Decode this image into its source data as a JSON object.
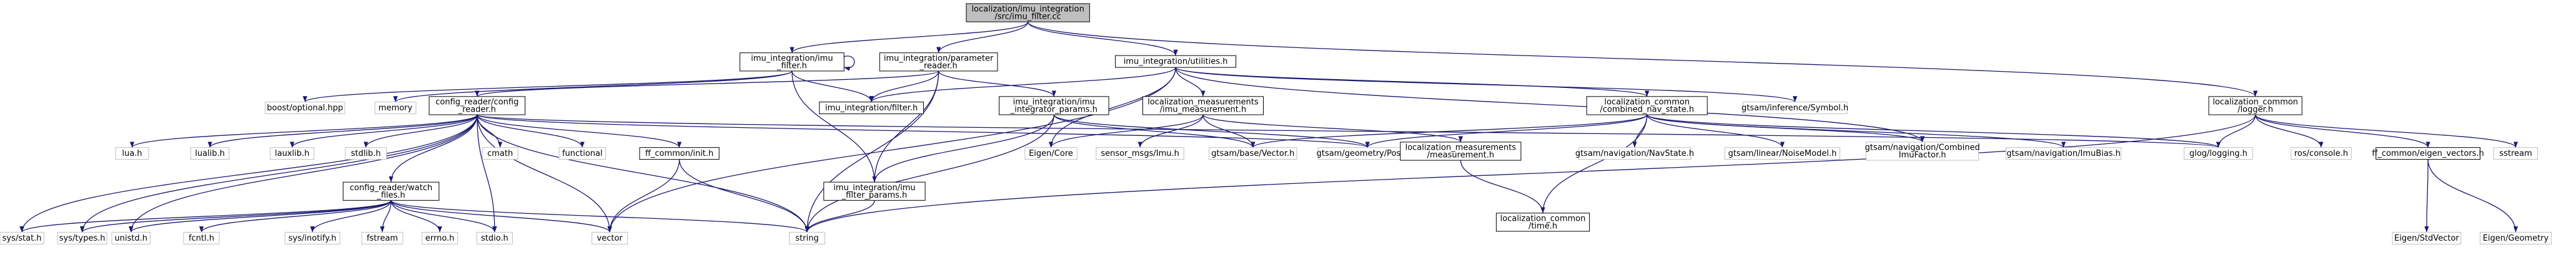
{
  "colors": {
    "edge": "#191970",
    "root_fill": "#bfbfbf",
    "doc_border": "#000000",
    "ext_border": "#bfbfbf"
  },
  "nodes": {
    "root": [
      "localization/imu_integration",
      "/src/imu_filter.cc"
    ],
    "imu_filter_h": [
      "imu_integration/imu",
      "_filter.h"
    ],
    "parameter_reader_h": [
      "imu_integration/parameter",
      "_reader.h"
    ],
    "utilities_h": [
      "imu_integration/utilities.h"
    ],
    "logger_h": [
      "localization_common",
      "/logger.h"
    ],
    "boost_optional": [
      "boost/optional.hpp"
    ],
    "memory": [
      "memory"
    ],
    "config_reader_h": [
      "config_reader/config",
      "_reader.h"
    ],
    "filter_h": [
      "imu_integration/filter.h"
    ],
    "integrator_params_h": [
      "imu_integration/imu",
      "_integrator_params.h"
    ],
    "imu_measurement_h": [
      "localization_measurements",
      "/imu_measurement.h"
    ],
    "combined_nav_state_h": [
      "localization_common",
      "/combined_nav_state.h"
    ],
    "gtsam_symbol": [
      "gtsam/inference/Symbol.h"
    ],
    "lua_h": [
      "lua.h"
    ],
    "lualib_h": [
      "lualib.h"
    ],
    "lauxlib_h": [
      "lauxlib.h"
    ],
    "stdlib_h": [
      "stdlib.h"
    ],
    "cmath": [
      "cmath"
    ],
    "functional": [
      "functional"
    ],
    "ff_common_init_h": [
      "ff_common/init.h"
    ],
    "eigen_core": [
      "Eigen/Core"
    ],
    "sensor_msgs_imu": [
      "sensor_msgs/Imu.h"
    ],
    "gtsam_vector": [
      "gtsam/base/Vector.h"
    ],
    "gtsam_pose3": [
      "gtsam/geometry/Pose3.h"
    ],
    "measurement_h": [
      "localization_measurements",
      "/measurement.h"
    ],
    "gtsam_navstate": [
      "gtsam/navigation/NavState.h"
    ],
    "gtsam_noisemodel": [
      "gtsam/linear/NoiseModel.h"
    ],
    "gtsam_combined_imu": [
      "gtsam/navigation/Combined",
      "ImuFactor.h"
    ],
    "gtsam_imubias": [
      "gtsam/navigation/ImuBias.h"
    ],
    "glog_logging": [
      "glog/logging.h"
    ],
    "ros_console": [
      "ros/console.h"
    ],
    "eigen_vectors_h": [
      "ff_common/eigen_vectors.h"
    ],
    "sstream": [
      "sstream"
    ],
    "watch_files_h": [
      "config_reader/watch",
      "_files.h"
    ],
    "filter_params_h": [
      "imu_integration/imu",
      "_filter_params.h"
    ],
    "sys_stat": [
      "sys/stat.h"
    ],
    "sys_types": [
      "sys/types.h"
    ],
    "unistd": [
      "unistd.h"
    ],
    "fcntl": [
      "fcntl.h"
    ],
    "sys_inotify": [
      "sys/inotify.h"
    ],
    "fstream": [
      "fstream"
    ],
    "errno": [
      "errno.h"
    ],
    "stdio": [
      "stdio.h"
    ],
    "vector": [
      "vector"
    ],
    "string": [
      "string"
    ],
    "time_h": [
      "localization_common",
      "/time.h"
    ],
    "eigen_stdvector": [
      "Eigen/StdVector"
    ],
    "eigen_geometry": [
      "Eigen/Geometry"
    ]
  },
  "edges": [
    [
      "root",
      "imu_filter_h"
    ],
    [
      "root",
      "parameter_reader_h"
    ],
    [
      "root",
      "utilities_h"
    ],
    [
      "root",
      "logger_h"
    ],
    [
      "imu_filter_h",
      "boost_optional"
    ],
    [
      "imu_filter_h",
      "memory"
    ],
    [
      "imu_filter_h",
      "filter_h"
    ],
    [
      "imu_filter_h",
      "filter_params_h"
    ],
    [
      "imu_filter_h",
      "imu_filter_h"
    ],
    [
      "parameter_reader_h",
      "config_reader_h"
    ],
    [
      "parameter_reader_h",
      "filter_h"
    ],
    [
      "parameter_reader_h",
      "filter_params_h"
    ],
    [
      "parameter_reader_h",
      "integrator_params_h"
    ],
    [
      "parameter_reader_h",
      "string"
    ],
    [
      "utilities_h",
      "filter_h"
    ],
    [
      "utilities_h",
      "imu_measurement_h"
    ],
    [
      "utilities_h",
      "combined_nav_state_h"
    ],
    [
      "utilities_h",
      "gtsam_symbol"
    ],
    [
      "utilities_h",
      "gtsam_combined_imu"
    ],
    [
      "utilities_h",
      "eigen_core"
    ],
    [
      "utilities_h",
      "vector"
    ],
    [
      "logger_h",
      "glog_logging"
    ],
    [
      "logger_h",
      "ros_console"
    ],
    [
      "logger_h",
      "eigen_vectors_h"
    ],
    [
      "logger_h",
      "sstream"
    ],
    [
      "logger_h",
      "string"
    ],
    [
      "config_reader_h",
      "lua_h"
    ],
    [
      "config_reader_h",
      "lualib_h"
    ],
    [
      "config_reader_h",
      "lauxlib_h"
    ],
    [
      "config_reader_h",
      "stdlib_h"
    ],
    [
      "config_reader_h",
      "cmath"
    ],
    [
      "config_reader_h",
      "functional"
    ],
    [
      "config_reader_h",
      "ff_common_init_h"
    ],
    [
      "config_reader_h",
      "watch_files_h"
    ],
    [
      "config_reader_h",
      "gtsam_pose3"
    ],
    [
      "config_reader_h",
      "glog_logging"
    ],
    [
      "config_reader_h",
      "sys_stat"
    ],
    [
      "config_reader_h",
      "sys_types"
    ],
    [
      "config_reader_h",
      "unistd"
    ],
    [
      "config_reader_h",
      "stdio"
    ],
    [
      "config_reader_h",
      "vector"
    ],
    [
      "config_reader_h",
      "string"
    ],
    [
      "integrator_params_h",
      "gtsam_vector"
    ],
    [
      "integrator_params_h",
      "gtsam_pose3"
    ],
    [
      "integrator_params_h",
      "filter_params_h"
    ],
    [
      "integrator_params_h",
      "string"
    ],
    [
      "imu_measurement_h",
      "eigen_core"
    ],
    [
      "imu_measurement_h",
      "sensor_msgs_imu"
    ],
    [
      "imu_measurement_h",
      "gtsam_vector"
    ],
    [
      "imu_measurement_h",
      "measurement_h"
    ],
    [
      "combined_nav_state_h",
      "gtsam_navstate"
    ],
    [
      "combined_nav_state_h",
      "gtsam_noisemodel"
    ],
    [
      "combined_nav_state_h",
      "gtsam_combined_imu"
    ],
    [
      "combined_nav_state_h",
      "gtsam_imubias"
    ],
    [
      "combined_nav_state_h",
      "gtsam_pose3"
    ],
    [
      "combined_nav_state_h",
      "gtsam_vector"
    ],
    [
      "combined_nav_state_h",
      "time_h"
    ],
    [
      "combined_nav_state_h",
      "glog_logging"
    ],
    [
      "measurement_h",
      "time_h"
    ],
    [
      "ff_common_init_h",
      "vector"
    ],
    [
      "ff_common_init_h",
      "string"
    ],
    [
      "watch_files_h",
      "sys_stat"
    ],
    [
      "watch_files_h",
      "sys_types"
    ],
    [
      "watch_files_h",
      "unistd"
    ],
    [
      "watch_files_h",
      "fcntl"
    ],
    [
      "watch_files_h",
      "sys_inotify"
    ],
    [
      "watch_files_h",
      "fstream"
    ],
    [
      "watch_files_h",
      "errno"
    ],
    [
      "watch_files_h",
      "stdio"
    ],
    [
      "watch_files_h",
      "vector"
    ],
    [
      "watch_files_h",
      "string"
    ],
    [
      "filter_params_h",
      "string"
    ],
    [
      "eigen_vectors_h",
      "eigen_stdvector"
    ],
    [
      "eigen_vectors_h",
      "eigen_geometry"
    ]
  ]
}
